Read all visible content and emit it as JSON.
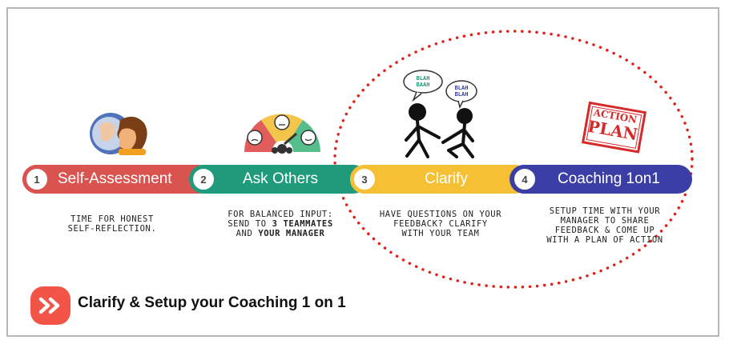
{
  "steps": [
    {
      "number": "1",
      "title": "Self-Assessment",
      "color": "#d9534f",
      "desc_lines": [
        "TIME FOR HONEST",
        "SELF-REFLECTION."
      ]
    },
    {
      "number": "2",
      "title": "Ask Others",
      "color": "#1f9a7a",
      "desc_line1": "FOR BALANCED INPUT:",
      "desc_line2a": "SEND TO ",
      "desc_line2b": "3 TEAMMATES",
      "desc_line3a": "AND ",
      "desc_line3b": "YOUR MANAGER"
    },
    {
      "number": "3",
      "title": "Clarify",
      "color": "#f5c034",
      "desc_lines": [
        "HAVE QUESTIONS ON YOUR",
        "FEEDBACK?  CLARIFY",
        "WITH YOUR TEAM"
      ]
    },
    {
      "number": "4",
      "title": "Coaching 1on1",
      "color": "#3b3fa5",
      "desc_lines": [
        "SETUP TIME WITH YOUR",
        "MANAGER TO SHARE",
        "FEEDBACK & COME UP",
        "WITH A PLAN OF ACTION"
      ]
    }
  ],
  "speech": {
    "bubble1": [
      "BLAH",
      "BAAH"
    ],
    "bubble2": [
      "BLAH",
      "BLAH"
    ]
  },
  "stamp": {
    "line1": "ACTION",
    "line2": "PLAN"
  },
  "footer": {
    "text": "Clarify & Setup your Coaching 1 on 1",
    "badge_color": "#f25447"
  },
  "highlight_color": "#e0201a"
}
